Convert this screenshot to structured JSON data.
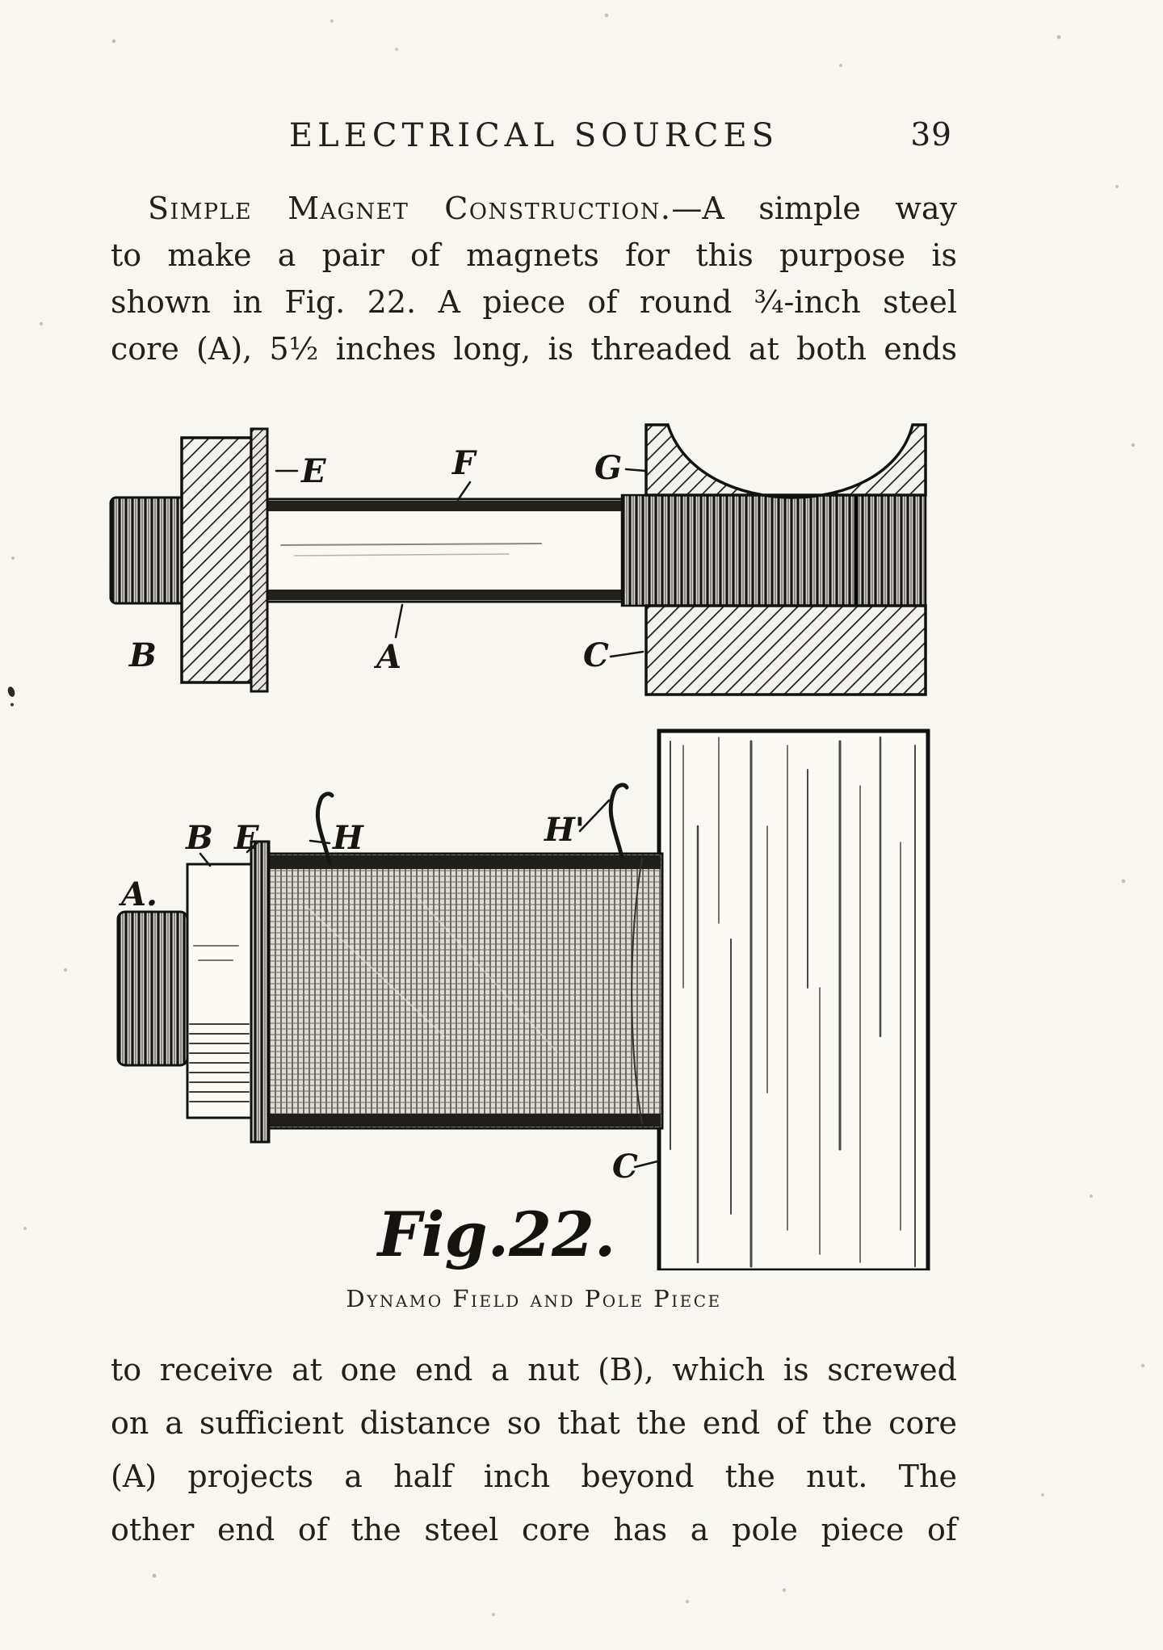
{
  "header": {
    "title": "ELECTRICAL SOURCES",
    "page_number": "39"
  },
  "paragraph1": {
    "lead": "Simple Magnet Construction.",
    "line1_rest": "—A simple way",
    "lines": [
      "to make a pair of magnets for this purpose is",
      "shown in Fig. 22.  A piece of round ¾-inch steel",
      "core (A), 5½ inches long, is threaded at both ends"
    ]
  },
  "figure": {
    "fig_label": "Fig.22.",
    "caption": "Dynamo Field and Pole Piece",
    "top": {
      "e": "E",
      "f": "F",
      "g": "G",
      "b": "B",
      "a": "A",
      "c": "C"
    },
    "bottom": {
      "a": "A.",
      "b": "B",
      "e": "E",
      "h": "H",
      "h_prime": "H'",
      "c": "C"
    }
  },
  "paragraph2": {
    "lines": [
      "to receive at one end a nut (B), which is screwed",
      "on a sufficient distance so that the end of the core",
      "(A) projects a half inch beyond the nut.  The",
      "other end of the steel core has a pole piece of"
    ]
  }
}
